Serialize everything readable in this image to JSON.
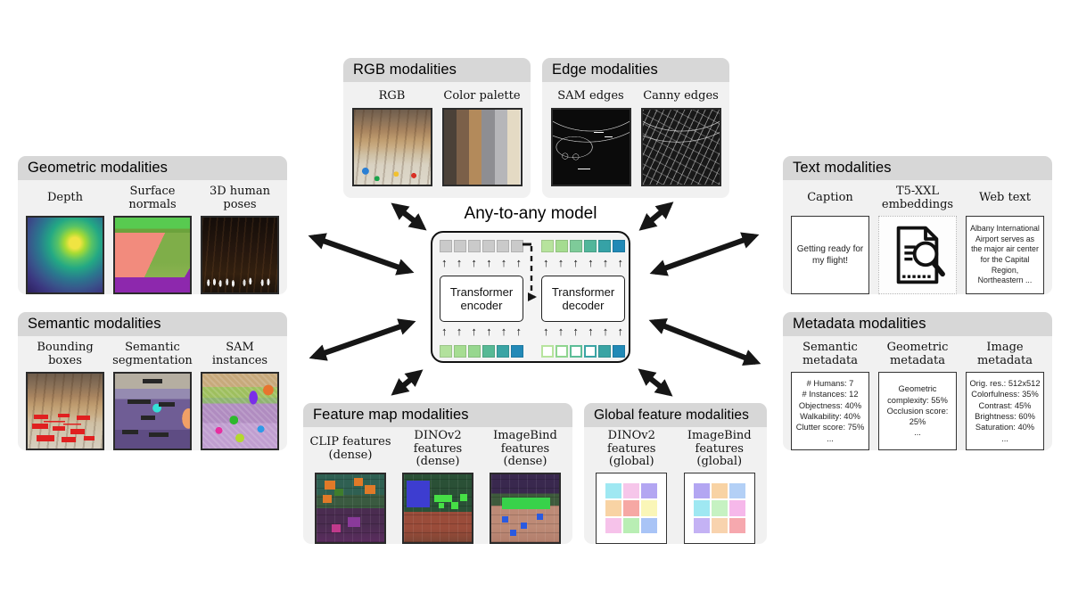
{
  "center": {
    "title": "Any-to-any model",
    "encoder_label": "Transformer\nencoder",
    "decoder_label": "Transformer\ndecoder",
    "token_rows": {
      "encoder_out": [
        {
          "fill": "#cacaca"
        },
        {
          "fill": "#cacaca"
        },
        {
          "fill": "#cacaca"
        },
        {
          "fill": "#cacaca"
        },
        {
          "fill": "#cacaca"
        },
        {
          "fill": "#cacaca"
        }
      ],
      "decoder_out": [
        {
          "fill": "#b7e39d"
        },
        {
          "fill": "#a5dc90"
        },
        {
          "fill": "#7ecb99"
        },
        {
          "fill": "#52b69a"
        },
        {
          "fill": "#36a2a6"
        },
        {
          "fill": "#2189b6"
        }
      ],
      "encoder_in": [
        {
          "fill": "#b2e19c"
        },
        {
          "fill": "#a6dd92"
        },
        {
          "fill": "#97d78f"
        },
        {
          "fill": "#57b995"
        },
        {
          "fill": "#3aa4a4"
        },
        {
          "fill": "#2289b7"
        }
      ],
      "decoder_in": [
        {
          "fill": "#ffffff",
          "border": "#b7e49e"
        },
        {
          "fill": "#ffffff",
          "border": "#8fd58f"
        },
        {
          "fill": "#ffffff",
          "border": "#5cbd97"
        },
        {
          "fill": "#ffffff",
          "border": "#3aa4a4"
        },
        {
          "fill": "#3aa4a4"
        },
        {
          "fill": "#2189b6"
        }
      ]
    }
  },
  "panels": {
    "rgb": {
      "title": "RGB modalities",
      "items": [
        {
          "label": "RGB"
        },
        {
          "label": "Color palette"
        }
      ]
    },
    "edge": {
      "title": "Edge modalities",
      "items": [
        {
          "label": "SAM edges"
        },
        {
          "label": "Canny edges"
        }
      ]
    },
    "geometric": {
      "title": "Geometric modalities",
      "items": [
        {
          "label": "Depth"
        },
        {
          "label": "Surface\nnormals"
        },
        {
          "label": "3D human\nposes"
        }
      ]
    },
    "semantic": {
      "title": "Semantic modalities",
      "items": [
        {
          "label": "Bounding\nboxes"
        },
        {
          "label": "Semantic\nsegmentation"
        },
        {
          "label": "SAM\ninstances"
        }
      ]
    },
    "text": {
      "title": "Text modalities",
      "items": [
        {
          "label": "Caption",
          "content": "Getting ready for my flight!"
        },
        {
          "label": "T5-XXL\nembeddings"
        },
        {
          "label": "Web text",
          "content": "Albany International Airport serves as the major air center for the Capital Region, Northeastern ..."
        }
      ]
    },
    "metadata": {
      "title": "Metadata modalities",
      "items": [
        {
          "label": "Semantic\nmetadata",
          "content": "# Humans: 7\n# Instances: 12\nObjectness: 40%\nWalkability: 40%\nClutter score: 75%\n..."
        },
        {
          "label": "Geometric\nmetadata",
          "content": "Geometric complexity: 55%\nOcclusion score: 25%\n..."
        },
        {
          "label": "Image\nmetadata",
          "content": "Orig. res.: 512x512\nColorfulness: 35%\nContrast: 45%\nBrightness: 60%\nSaturation: 40%\n..."
        }
      ]
    },
    "feature_map": {
      "title": "Feature map modalities",
      "items": [
        {
          "label": "CLIP features\n(dense)"
        },
        {
          "label": "DINOv2\nfeatures\n(dense)"
        },
        {
          "label": "ImageBind\nfeatures\n(dense)"
        }
      ]
    },
    "global_feature": {
      "title": "Global feature modalities",
      "items": [
        {
          "label": "DINOv2\nfeatures\n(global)",
          "grid": [
            "#9fe8f2",
            "#f6c6ea",
            "#b3a6f2",
            "#f8d3a4",
            "#f6a8a4",
            "#faf6b8",
            "#f6c2ea",
            "#b9eeb4",
            "#a9c4f6"
          ]
        },
        {
          "label": "ImageBind\nfeatures\n(global)",
          "grid": [
            "#b3a6f2",
            "#f8d3a4",
            "#b3d0f6",
            "#9fe8f2",
            "#c6f2c2",
            "#f6b8ea",
            "#c4b2f4",
            "#f8d3ae",
            "#f6a8ae"
          ]
        }
      ]
    }
  },
  "palette_stripes": [
    "#4b4138",
    "#7b6049",
    "#b38a5b",
    "#8e8e92",
    "#b6b6b9",
    "#e4dac4"
  ],
  "colors": {
    "arrow": "#161616",
    "panel_header": "#d7d7d7",
    "panel_body": "#f1f1f1",
    "token_gray": "#cacaca",
    "token_blue": "#2189b6"
  }
}
